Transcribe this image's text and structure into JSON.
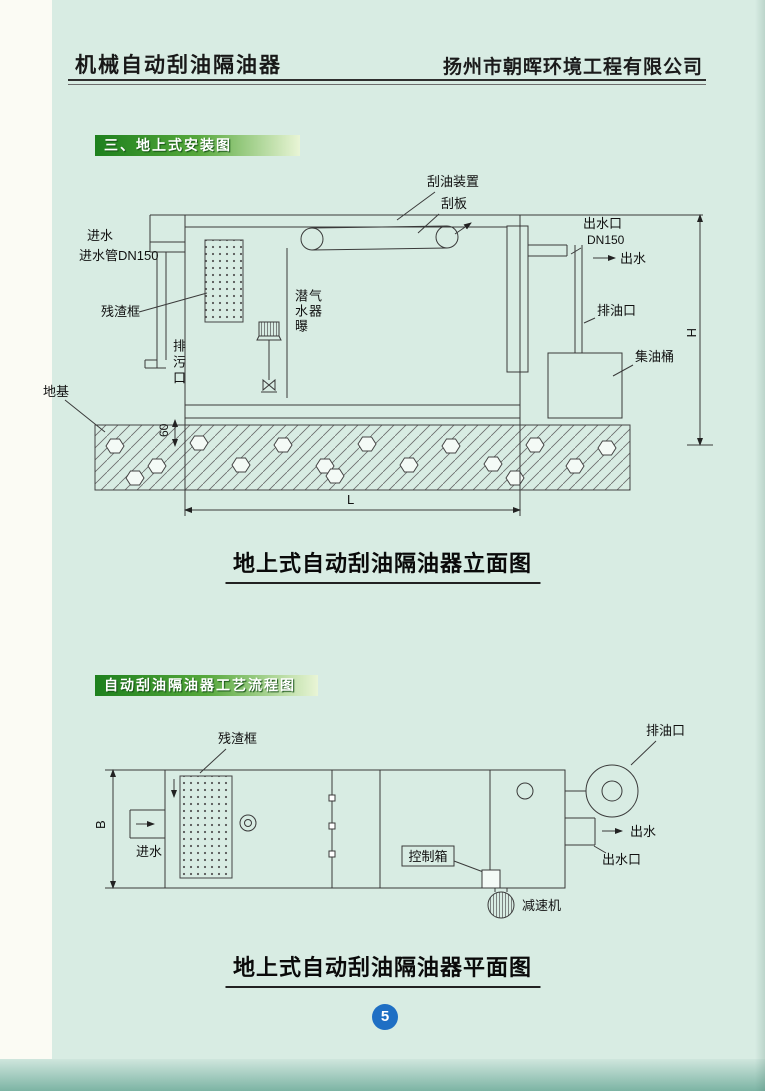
{
  "header": {
    "title": "机械自动刮油隔油器",
    "company": "扬州市朝晖环境工程有限公司"
  },
  "s1": {
    "banner": "三、地上式安装图",
    "caption": "地上式自动刮油隔油器立面图",
    "labels": {
      "scraper_device": "刮油装置",
      "scraper": "刮板",
      "inlet": "进水",
      "inlet_pipe": "进水管DN150",
      "residue_frame": "残渣框",
      "aerator": "潜水曝气器",
      "drain": "排污口",
      "foundation": "地基",
      "outlet_port": "出水口",
      "outlet_dn": "DN150",
      "outlet": "出水",
      "oil_port": "排油口",
      "oil_barrel": "集油桶",
      "dim_h": "H",
      "dim_l": "L",
      "dim_60": "60"
    }
  },
  "s2": {
    "banner": "自动刮油隔油器工艺流程图",
    "caption": "地上式自动刮油隔油器平面图",
    "labels": {
      "residue_frame": "残渣框",
      "oil_port": "排油口",
      "outlet": "出水",
      "outlet_port": "出水口",
      "control_box": "控制箱",
      "reducer": "减速机",
      "inlet": "进水",
      "dim_b": "B"
    }
  },
  "footer": {
    "page_number": "5"
  }
}
